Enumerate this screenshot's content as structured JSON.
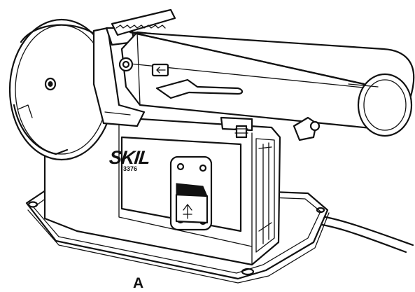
{
  "callout": {
    "label": "A"
  },
  "product": {
    "brand": "SKIL",
    "model": "3376"
  },
  "icons": {
    "switch": "switch-arrow-icon",
    "belt_direction": "belt-direction-arrow-icon"
  }
}
